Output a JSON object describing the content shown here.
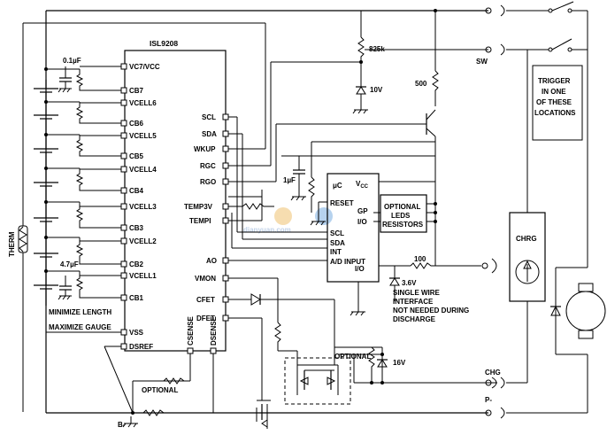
{
  "chip": {
    "name": "ISL9208",
    "left_pins": [
      "VC7/VCC",
      "CB7",
      "VCELL6",
      "CB6",
      "VCELL5",
      "CB5",
      "VCELL4",
      "CB4",
      "VCELL3",
      "CB3",
      "VCELL2",
      "CB2",
      "VCELL1",
      "CB1"
    ],
    "right_pins": [
      "SCL",
      "SDA",
      "WKUP",
      "RGC",
      "RGO",
      "TEMP3V",
      "TEMPI",
      "AO",
      "VMON",
      "CFET",
      "DFET"
    ],
    "bottom_left": "VSS",
    "dsref": "DSREF",
    "csense": "CSENSE",
    "dsense": "DSENSE"
  },
  "mcu": {
    "title": "μC",
    "vcc": "V",
    "vcc_sub": "CC",
    "reset": "RESET",
    "gp": "GP",
    "io": "I/O",
    "pins_left": [
      "SCL",
      "SDA",
      "INT",
      "A/D INPUT"
    ],
    "io2": "I/O"
  },
  "leds_box": [
    "OPTIONAL",
    "LEDS",
    "RESISTORS"
  ],
  "labels": {
    "c_top": "0.1µF",
    "c_bot": "4.7µF",
    "c_rgc": "1µF",
    "r825k": "825k",
    "z10v": "10V",
    "r500": "500",
    "r100": "100",
    "z36v": "3.6V",
    "z16v": "16V",
    "sw": "SW",
    "chg": "CHG",
    "pminus": "P-",
    "bminus": "B-",
    "therm": "THERM",
    "minimize": "MINIMIZE LENGTH",
    "maximize": "MAXIMIZE GAUGE",
    "optional1": "OPTIONAL",
    "optional2": "OPTIONAL",
    "chrg": "CHRG",
    "trigger": [
      "TRIGGER",
      "IN ONE",
      "OF THESE",
      "LOCATIONS"
    ],
    "single_wire": [
      "SINGLE WIRE",
      "INTERFACE",
      "NOT NEEDED DURING",
      "DISCHARGE"
    ],
    "watermark": "dianyuan.com"
  }
}
